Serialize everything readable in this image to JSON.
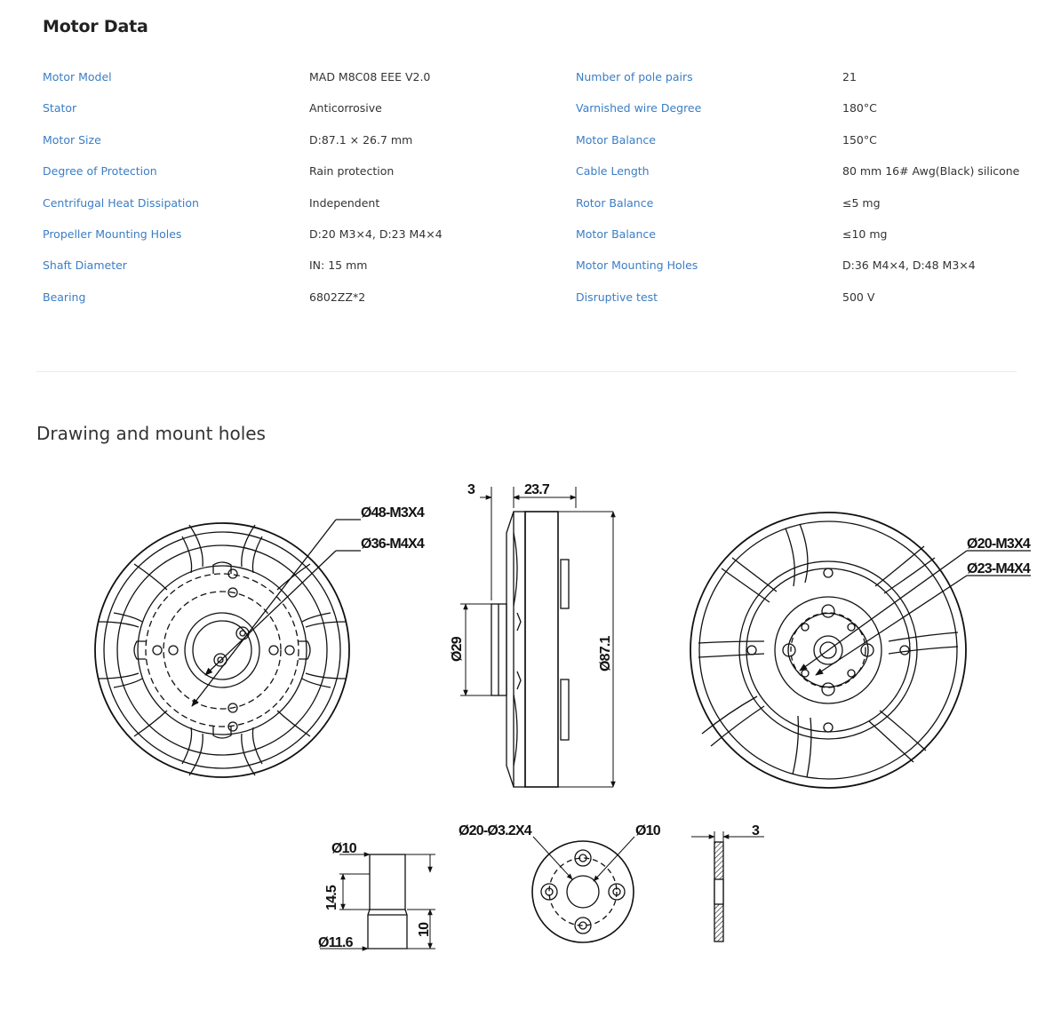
{
  "section_title": "Motor Data",
  "specs": [
    {
      "label1": "Motor Model",
      "value1": "MAD M8C08 EEE V2.0",
      "label2": "Number of pole pairs",
      "value2": "21"
    },
    {
      "label1": "Stator",
      "value1": "Anticorrosive",
      "label2": "Varnished wire Degree",
      "value2": "180°C"
    },
    {
      "label1": "Motor Size",
      "value1": "D:87.1 × 26.7 mm",
      "label2": "Motor Balance",
      "value2": "150°C"
    },
    {
      "label1": "Degree of Protection",
      "value1": "Rain protection",
      "label2": "Cable Length",
      "value2": "80 mm 16# Awg(Black) silicone"
    },
    {
      "label1": "Centrifugal Heat Dissipation",
      "value1": "Independent",
      "label2": "Rotor Balance",
      "value2": "≤5 mg"
    },
    {
      "label1": "Propeller Mounting Holes",
      "value1": "D:20 M3×4, D:23 M4×4",
      "label2": "Motor Balance",
      "value2": "≤10 mg"
    },
    {
      "label1": "Shaft Diameter",
      "value1": "IN: 15 mm",
      "label2": "Motor Mounting Holes",
      "value2": "D:36 M4×4,  D:48 M3×4"
    },
    {
      "label1": "Bearing",
      "value1": "6802ZZ*2",
      "label2": "Disruptive test",
      "value2": "500 V"
    }
  ],
  "drawing_title": "Drawing and mount holes",
  "drawing": {
    "front_hole_outer": "Ø48-M3X4",
    "front_hole_inner": "Ø36-M4X4",
    "side_thickness": "3",
    "side_height": "23.7",
    "side_hub": "Ø29",
    "side_diameter": "Ø87.1",
    "back_hole_outer": "Ø20-M3X4",
    "back_hole_inner": "Ø23-M4X4",
    "shaft_top_dia": "Ø10",
    "shaft_length": "14.5",
    "shaft_lower_height": "10",
    "shaft_bottom_dia": "Ø11.6",
    "adapter_holes": "Ø20-Ø3.2X4",
    "adapter_center": "Ø10",
    "adapter_thickness": "3"
  }
}
